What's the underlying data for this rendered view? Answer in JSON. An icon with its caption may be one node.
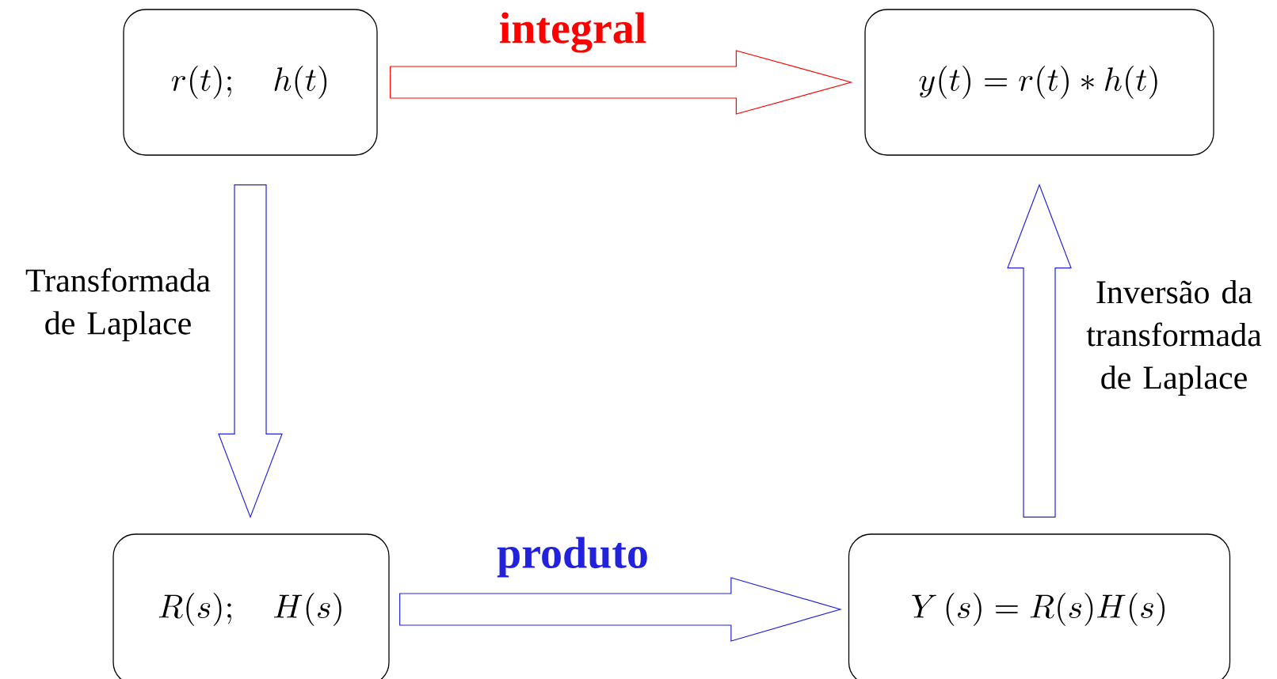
{
  "diagram": {
    "nodes": [
      {
        "text": [
          "r(t);\\quad h(t)"
        ]
      },
      {
        "text": [
          "y(t)=r(t)*h(t)"
        ]
      },
      {
        "text": [
          "R(s);\\quad H(s)"
        ]
      },
      {
        "text": [
          "Y\\left(s\\right)=R(s)H(s)"
        ]
      }
    ],
    "edges": [
      {
        "from": 0,
        "to": 1,
        "arrow": "to",
        "label": "integral",
        "color": "#ff0000"
      },
      {
        "from": 0,
        "to": 2,
        "arrow": "to",
        "label": "Transformada de Laplace"
      },
      {
        "from": 2,
        "to": 3,
        "arrow": "to",
        "label": "produto"
      },
      {
        "from": 3,
        "to": 1,
        "arrow": "to",
        "label": "Inversão da transformada de Laplace"
      }
    ]
  }
}
